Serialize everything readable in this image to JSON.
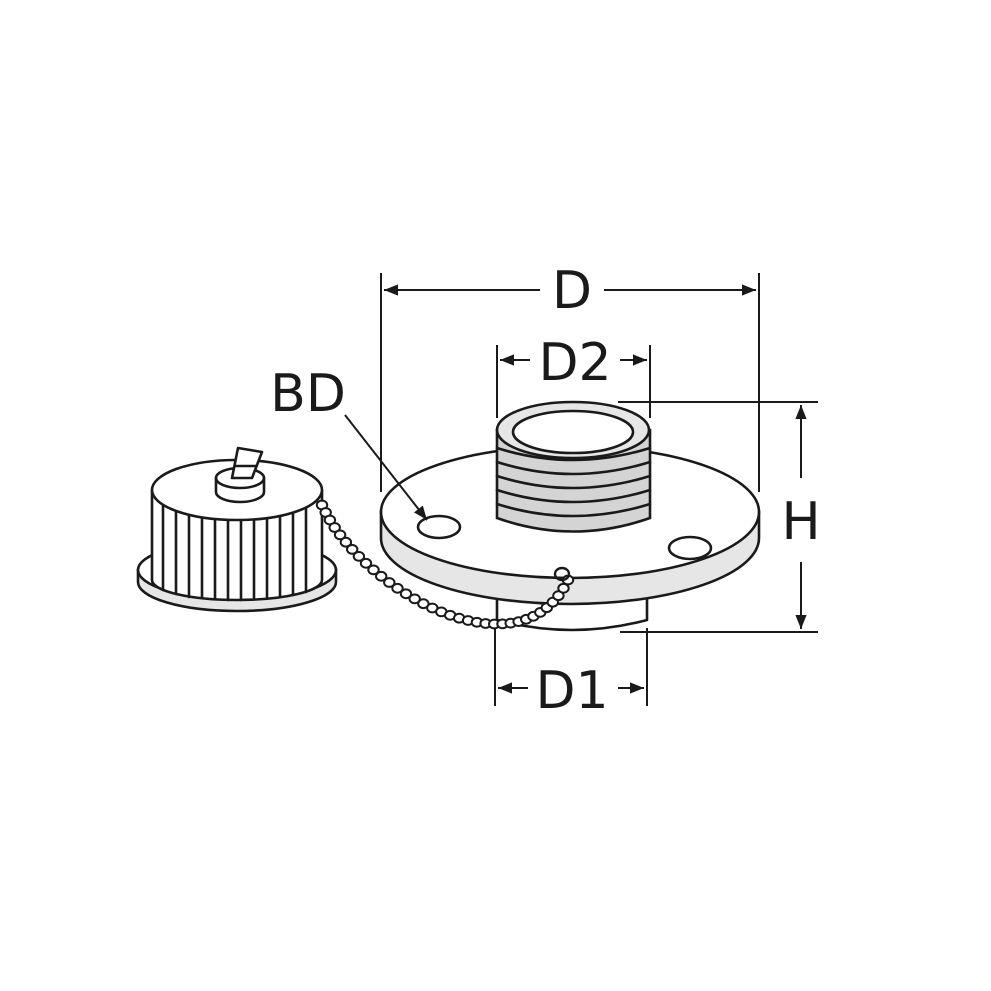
{
  "dimensions": {
    "D": "D",
    "D2": "D2",
    "D1": "D1",
    "H": "H",
    "BD": "BD"
  }
}
